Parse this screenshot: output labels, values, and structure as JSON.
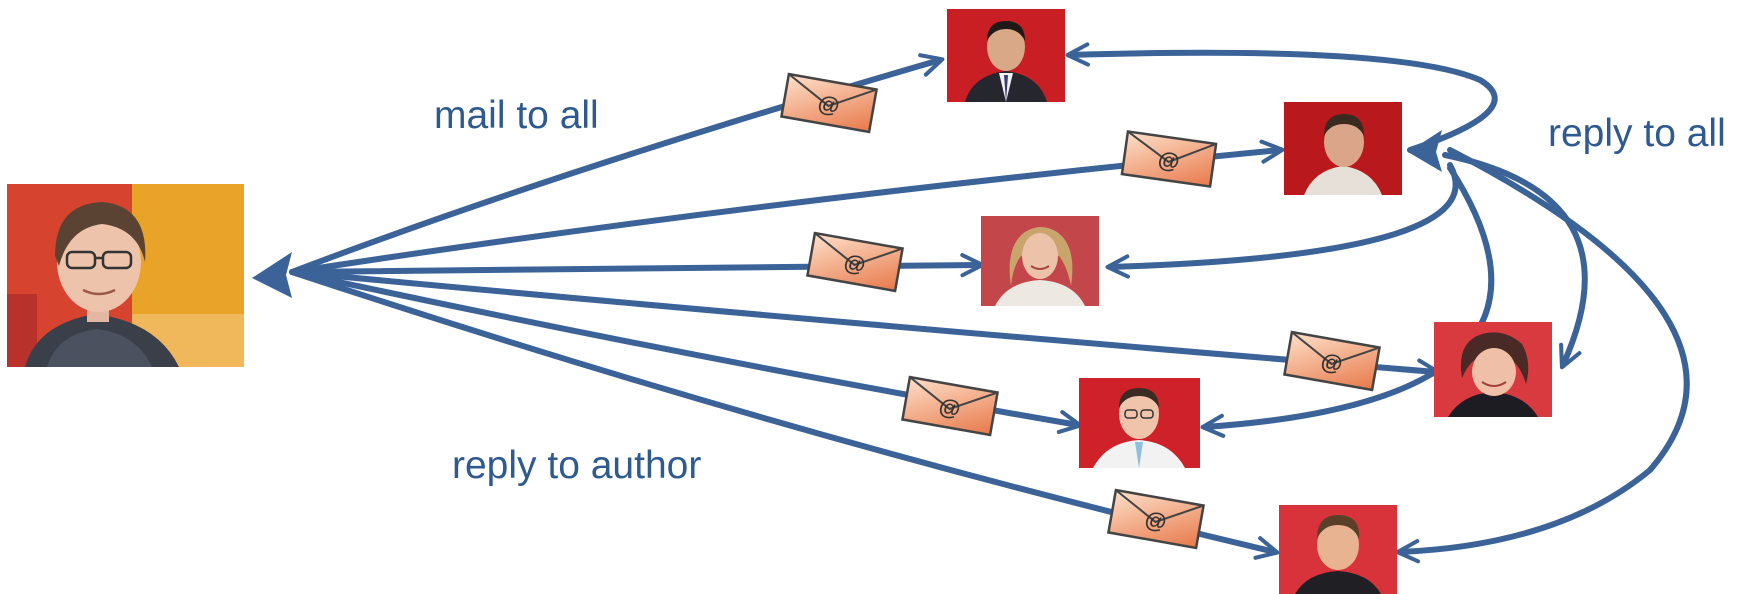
{
  "labels": {
    "mail_to_all": "mail to all",
    "reply_to_all": "reply to all",
    "reply_to_author": "reply to author"
  },
  "icons": {
    "envelope": "envelope-at-icon",
    "envelope_symbol": "@"
  },
  "colors": {
    "arrow": "#3b6398",
    "text": "#2f5a8f",
    "envelope_fill_light": "#fde0cb",
    "envelope_fill_dark": "#e8794a",
    "photo_background_red": "#c62428"
  },
  "people": [
    {
      "name": "author",
      "role": "sender"
    },
    {
      "name": "recipient-1",
      "role": "recipient"
    },
    {
      "name": "recipient-2",
      "role": "recipient"
    },
    {
      "name": "recipient-3",
      "role": "recipient"
    },
    {
      "name": "recipient-4",
      "role": "recipient"
    },
    {
      "name": "recipient-5",
      "role": "recipient"
    },
    {
      "name": "recipient-6",
      "role": "recipient"
    }
  ]
}
